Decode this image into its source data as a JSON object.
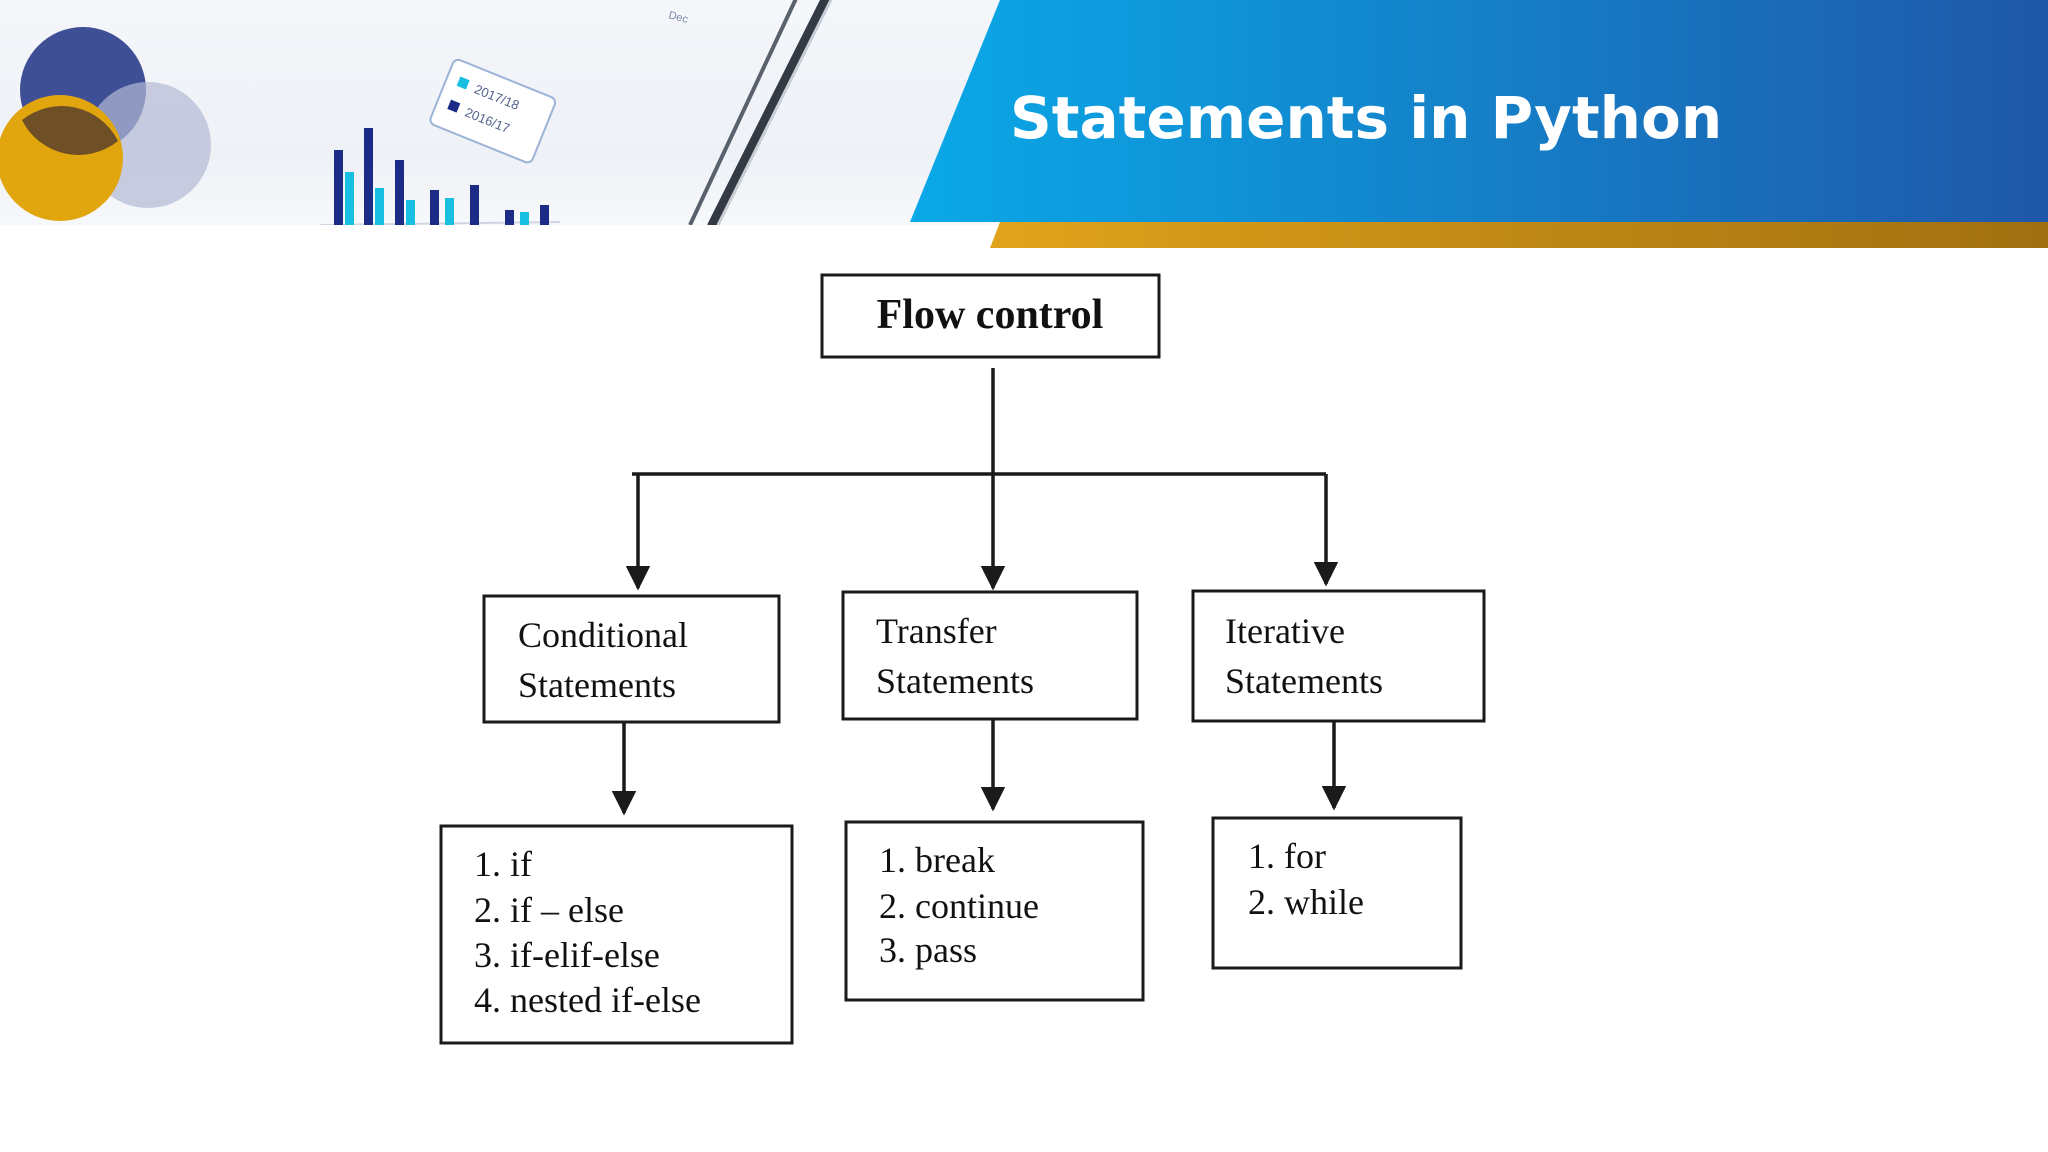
{
  "slide": {
    "title": "Statements in Python",
    "colors": {
      "band_left": "#0aa9e8",
      "band_right": "#1f57a8",
      "gold": "#b8860b",
      "diagram_ink": "#1a1a1a"
    }
  },
  "header_art": {
    "legend": [
      "2017/18",
      "2016/17"
    ],
    "corner_label": "Dec"
  },
  "diagram": {
    "root": {
      "label": "Flow control"
    },
    "categories": [
      {
        "line1": "Conditional",
        "line2": "Statements",
        "items": [
          "1. if",
          "2. if – else",
          "3. if-elif-else",
          "4. nested if-else"
        ]
      },
      {
        "line1": "Transfer",
        "line2": "Statements",
        "items": [
          "1. break",
          "2. continue",
          "3. pass"
        ]
      },
      {
        "line1": "Iterative",
        "line2": "Statements",
        "items": [
          "1. for",
          "2. while"
        ]
      }
    ]
  }
}
